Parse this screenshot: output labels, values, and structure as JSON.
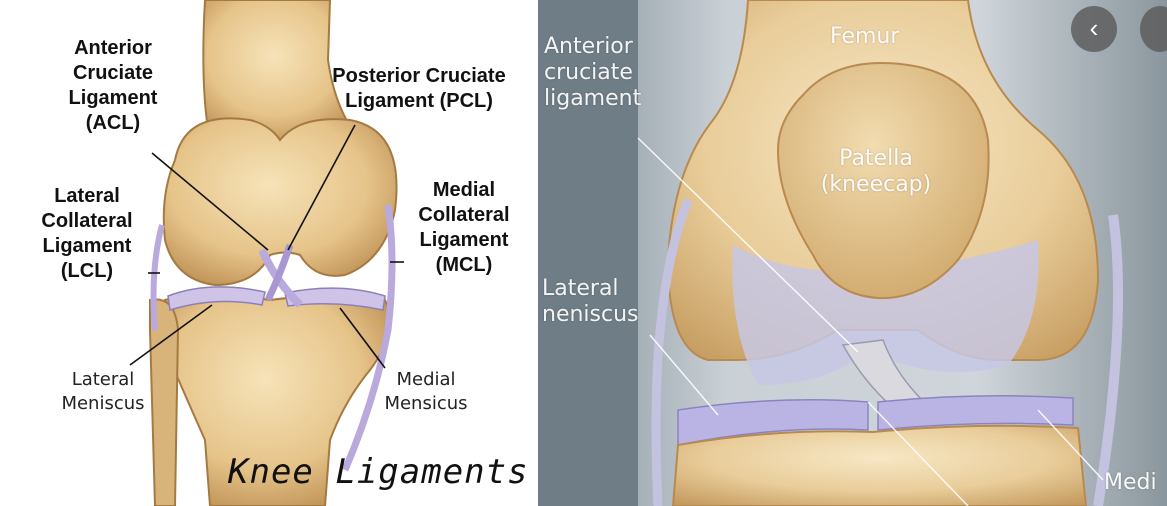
{
  "left": {
    "labels": {
      "acl": [
        "Anterior",
        "Cruciate",
        "Ligament",
        "(ACL)"
      ],
      "pcl": [
        "Posterior Cruciate",
        "Ligament (PCL)"
      ],
      "lcl": [
        "Lateral",
        "Collateral",
        "Ligament",
        "(LCL)"
      ],
      "mcl": [
        "Medial",
        "Collateral",
        "Ligament",
        "(MCL)"
      ],
      "lateral_meniscus": [
        "Lateral",
        "Meniscus"
      ],
      "medial_meniscus": [
        "Medial",
        "Mensicus"
      ]
    },
    "title": "Knee Ligaments"
  },
  "right": {
    "labels": {
      "femur": "Femur",
      "acl": [
        "Anterior",
        "cruciate",
        "ligament"
      ],
      "patella": [
        "Patella",
        "(kneecap)"
      ],
      "lateral_meniscus": [
        "Lateral",
        "neniscus"
      ],
      "medial": "Medi"
    },
    "nav": {
      "prev_icon": "‹"
    }
  },
  "colors": {
    "bone": "#e8c992",
    "ligament": "#c9bfe6",
    "background_gray": "#7a8890"
  }
}
